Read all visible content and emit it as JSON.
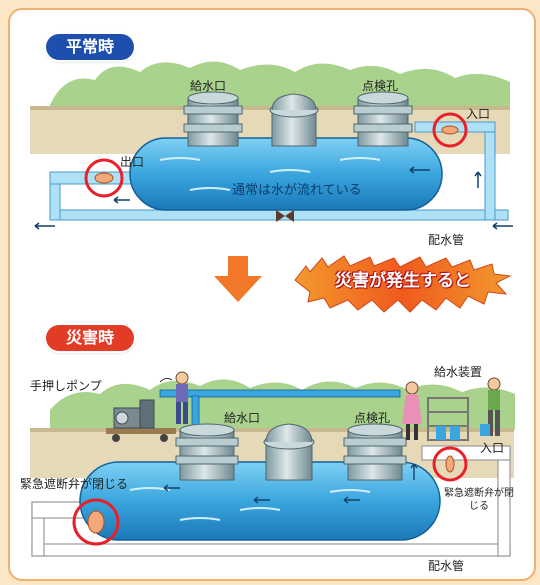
{
  "normal": {
    "badge": "平常時",
    "inlet_label": "給水口",
    "inspection_label": "点検孔",
    "entrance_label": "入口",
    "exit_label": "出口",
    "flow_text": "通常は水が流れている",
    "pipe_label": "配水管"
  },
  "transition": {
    "text": "災害が発生すると"
  },
  "disaster": {
    "badge": "災害時",
    "hand_pump_label": "手押しポンプ",
    "supply_device_label": "給水装置",
    "inlet_label": "給水口",
    "inspection_label": "点検孔",
    "entrance_label": "入口",
    "emergency_valve_label": "緊急遮断弁が閉じる",
    "valve_note": "緊急遮断弁が閉じる",
    "pipe_label": "配水管"
  },
  "colors": {
    "tank_blue": "#3aa6de",
    "pipe_blue": "#8fd0f0",
    "valve_red": "#e8202a",
    "arrow_orange": "#f07828",
    "badge_normal": "#1e4fae",
    "badge_disaster": "#e23b26"
  }
}
